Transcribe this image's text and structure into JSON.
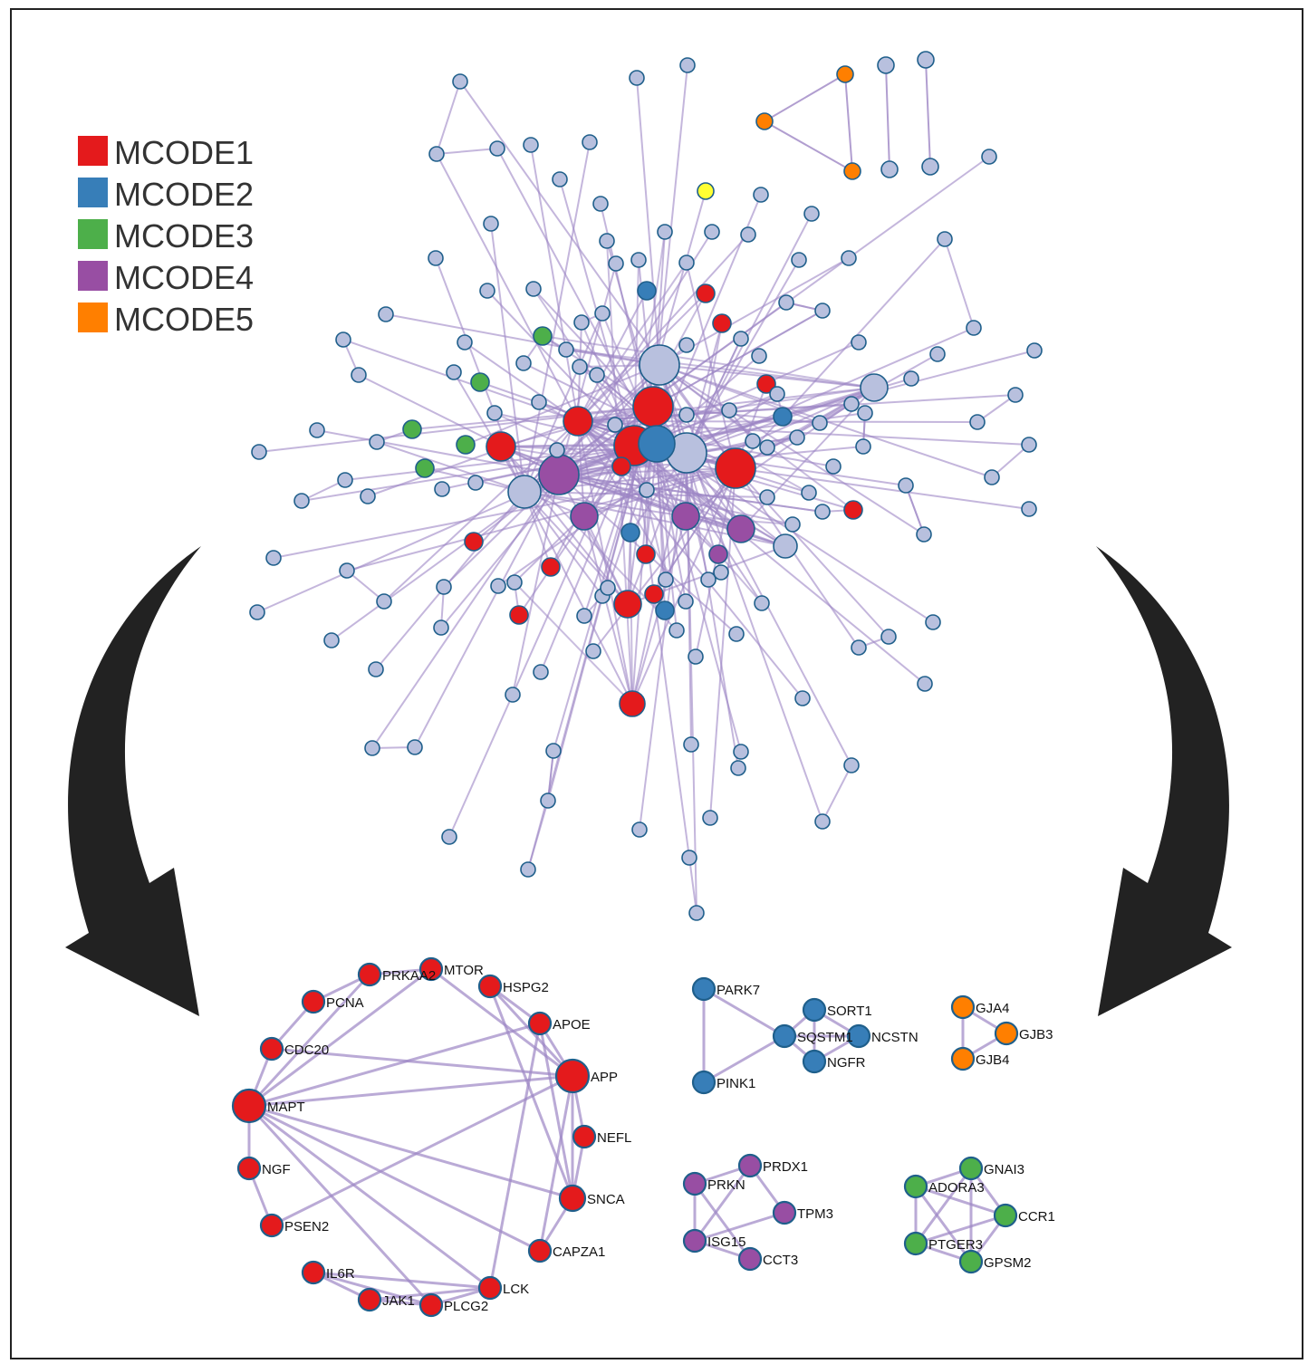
{
  "colors": {
    "mcode1": "#e41a1c",
    "mcode2": "#377eb8",
    "mcode3": "#4daf4a",
    "mcode4": "#984ea3",
    "mcode5": "#ff7f00",
    "other": "#b8c0de",
    "highlight": "#ffff33",
    "edge": "#9d86c4",
    "node_stroke": "#1f5f8b",
    "arrow": "#222222"
  },
  "legend": [
    {
      "label": "MCODE1",
      "color_key": "mcode1"
    },
    {
      "label": "MCODE2",
      "color_key": "mcode2"
    },
    {
      "label": "MCODE3",
      "color_key": "mcode3"
    },
    {
      "label": "MCODE4",
      "color_key": "mcode4"
    },
    {
      "label": "MCODE5",
      "color_key": "mcode5"
    }
  ],
  "modules": {
    "mcode1": [
      "PRKAA2",
      "MTOR",
      "HSPG2",
      "PCNA",
      "APOE",
      "CDC20",
      "APP",
      "MAPT",
      "NEFL",
      "NGF",
      "SNCA",
      "PSEN2",
      "CAPZA1",
      "IL6R",
      "LCK",
      "JAK1",
      "PLCG2"
    ],
    "mcode2": [
      "PARK7",
      "SORT1",
      "SQSTM1",
      "NCSTN",
      "NGFR",
      "PINK1"
    ],
    "mcode5": [
      "GJA4",
      "GJB3",
      "GJB4"
    ],
    "mcode4": [
      "PRDX1",
      "PRKN",
      "TPM3",
      "ISG15",
      "CCT3"
    ],
    "mcode3": [
      "GNAI3",
      "ADORA3",
      "CCR1",
      "PTGER3",
      "GPSM2"
    ]
  }
}
